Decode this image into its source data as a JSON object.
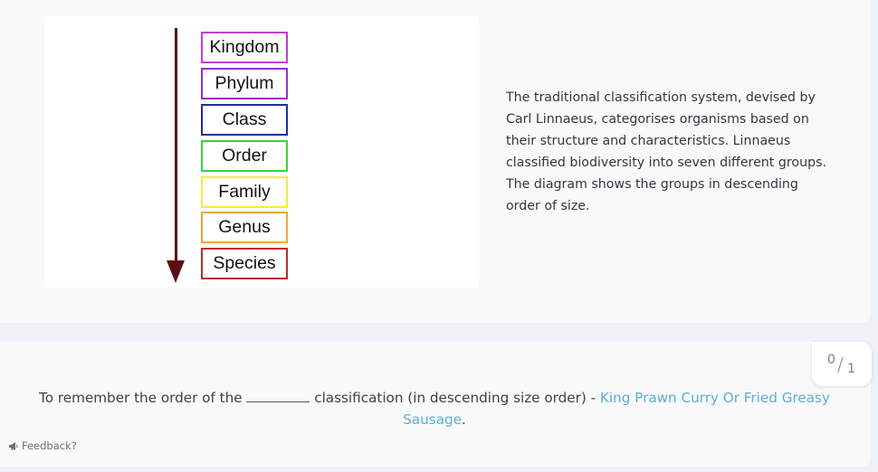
{
  "diagram": {
    "ranks": [
      {
        "label": "Kingdom",
        "color": "#c23fd1"
      },
      {
        "label": "Phylum",
        "color": "#9b2fc0"
      },
      {
        "label": "Class",
        "color": "#1f2f9a"
      },
      {
        "label": "Order",
        "color": "#3ad43a"
      },
      {
        "label": "Family",
        "color": "#f2ee3a"
      },
      {
        "label": "Genus",
        "color": "#f0a73a"
      },
      {
        "label": "Species",
        "color": "#c12a2a"
      }
    ],
    "arrow_color": "#5c0f0f"
  },
  "intro_text": "The traditional classification system, devised by Carl Linnaeus, categorises organisms based on their structure and characteristics. Linnaeus classified biodiversity into seven different groups. The diagram shows the groups in descending order of size.",
  "question": {
    "before": "To remember the order of the ",
    "after": " classification (in descending size order) - ",
    "mnemonic": "King Prawn Curry Or Fried Greasy Sausage",
    "end": "."
  },
  "score": {
    "current": "0",
    "separator": "/",
    "total": "1"
  },
  "feedback_label": "Feedback?",
  "colors": {
    "mnemonic": "#5aaed8",
    "page_bg": "#eef2f7",
    "card_bg": "#f9f9fa"
  }
}
